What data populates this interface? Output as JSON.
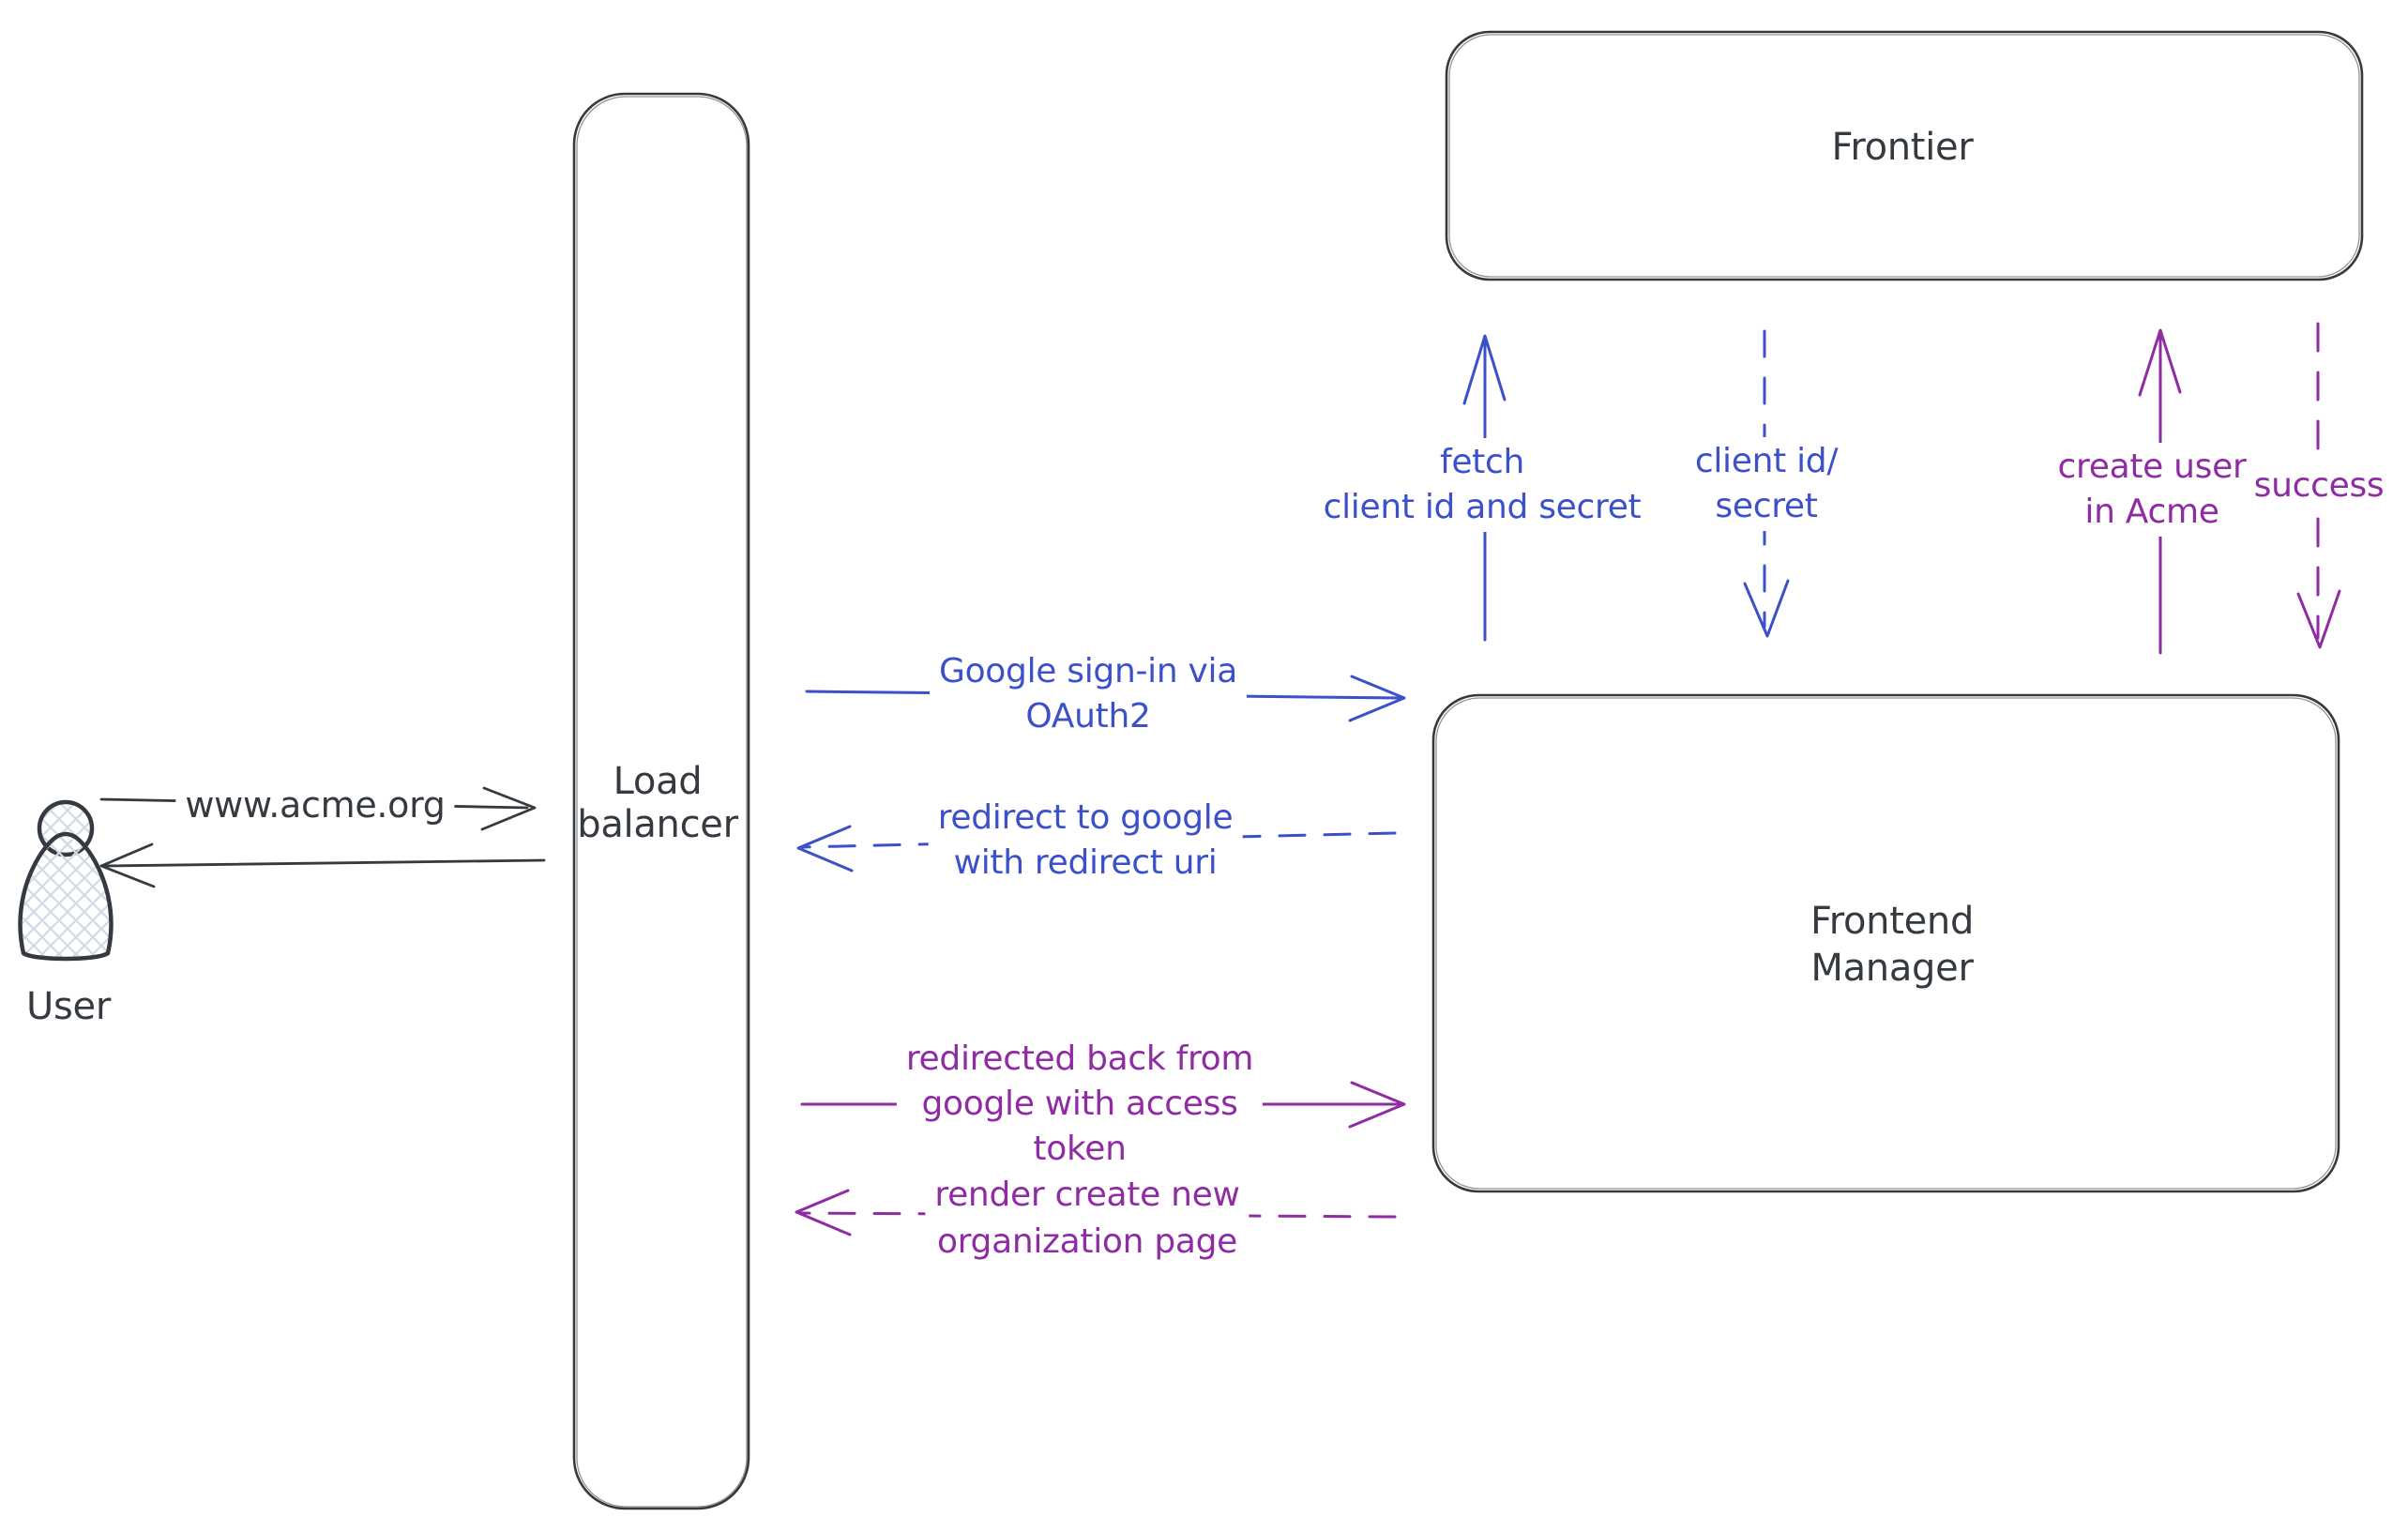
{
  "colors": {
    "ink": "#343a40",
    "blue": "#3b50c9",
    "purple": "#8f2ba3",
    "hatch_fill": "#d2d9e2"
  },
  "nodes": {
    "user": {
      "label": "User"
    },
    "load_balancer": {
      "lines": [
        "Load",
        "balancer"
      ]
    },
    "frontier": {
      "label": "Frontier"
    },
    "frontend_manager": {
      "lines": [
        "Frontend",
        "Manager"
      ]
    }
  },
  "edges": {
    "www": {
      "label": "www.acme.org",
      "from": "user",
      "to": "load-balancer",
      "style": "solid",
      "direction": "right",
      "color": "ink"
    },
    "return_to_user": {
      "label": "",
      "from": "load-balancer",
      "to": "user",
      "style": "solid",
      "direction": "left",
      "color": "ink"
    },
    "google_signin": {
      "lines": [
        "Google sign-in via",
        "OAuth2"
      ],
      "from": "load-balancer",
      "to": "frontend-manager",
      "style": "solid",
      "direction": "right",
      "color": "blue"
    },
    "redirect_google": {
      "lines": [
        "redirect to google",
        "with redirect uri"
      ],
      "from": "frontend-manager",
      "to": "load-balancer",
      "style": "dashed",
      "direction": "left",
      "color": "blue"
    },
    "redirected_back": {
      "lines": [
        "redirected back from",
        "google with access",
        "token"
      ],
      "from": "load-balancer",
      "to": "frontend-manager",
      "style": "solid",
      "direction": "right",
      "color": "purple"
    },
    "render_org_page": {
      "lines": [
        "render create new",
        "organization page"
      ],
      "from": "frontend-manager",
      "to": "load-balancer",
      "style": "dashed",
      "direction": "left",
      "color": "purple"
    },
    "fetch_secret": {
      "lines": [
        "fetch",
        "client id and secret"
      ],
      "from": "frontend-manager",
      "to": "frontier",
      "style": "solid",
      "direction": "up",
      "color": "blue"
    },
    "client_id_secret": {
      "lines": [
        "client id/",
        "secret"
      ],
      "from": "frontier",
      "to": "frontend-manager",
      "style": "dashed",
      "direction": "down",
      "color": "blue"
    },
    "create_user": {
      "lines": [
        "create user",
        "in Acme"
      ],
      "from": "frontend-manager",
      "to": "frontier",
      "style": "solid",
      "direction": "up",
      "color": "purple"
    },
    "success": {
      "label": "success",
      "from": "frontier",
      "to": "frontend-manager",
      "style": "dashed",
      "direction": "down",
      "color": "purple"
    }
  }
}
